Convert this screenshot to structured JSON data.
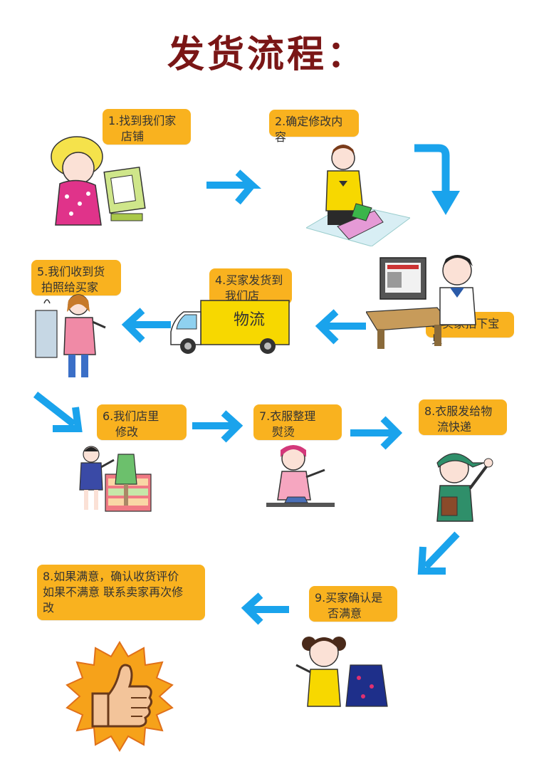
{
  "title": "发货流程：",
  "steps": [
    {
      "line1": "1.找到我们家",
      "line2": "店铺"
    },
    {
      "line1": "2.确定修改内容",
      "line2": ""
    },
    {
      "line1": "3.买家拍下宝贝",
      "line2": ""
    },
    {
      "line1": "4.买家发货到",
      "line2": "我们店"
    },
    {
      "line1": "5.我们收到货",
      "line2": "拍照给买家"
    },
    {
      "line1": "6.我们店里",
      "line2": "修改"
    },
    {
      "line1": "7.衣服整理",
      "line2": "熨烫"
    },
    {
      "line1": "8.衣服发给物",
      "line2": "流快递"
    },
    {
      "line1": "9.买家确认是",
      "line2": "否满意"
    },
    {
      "line1": "8.如果满意，确认收货评价",
      "line2": "如果不满意 联系卖家再次修",
      "line3": "改"
    }
  ],
  "truck_label": "物流",
  "colors": {
    "box": "#f9b21f",
    "arrow": "#1aa3ec",
    "title": "#7a1616"
  }
}
